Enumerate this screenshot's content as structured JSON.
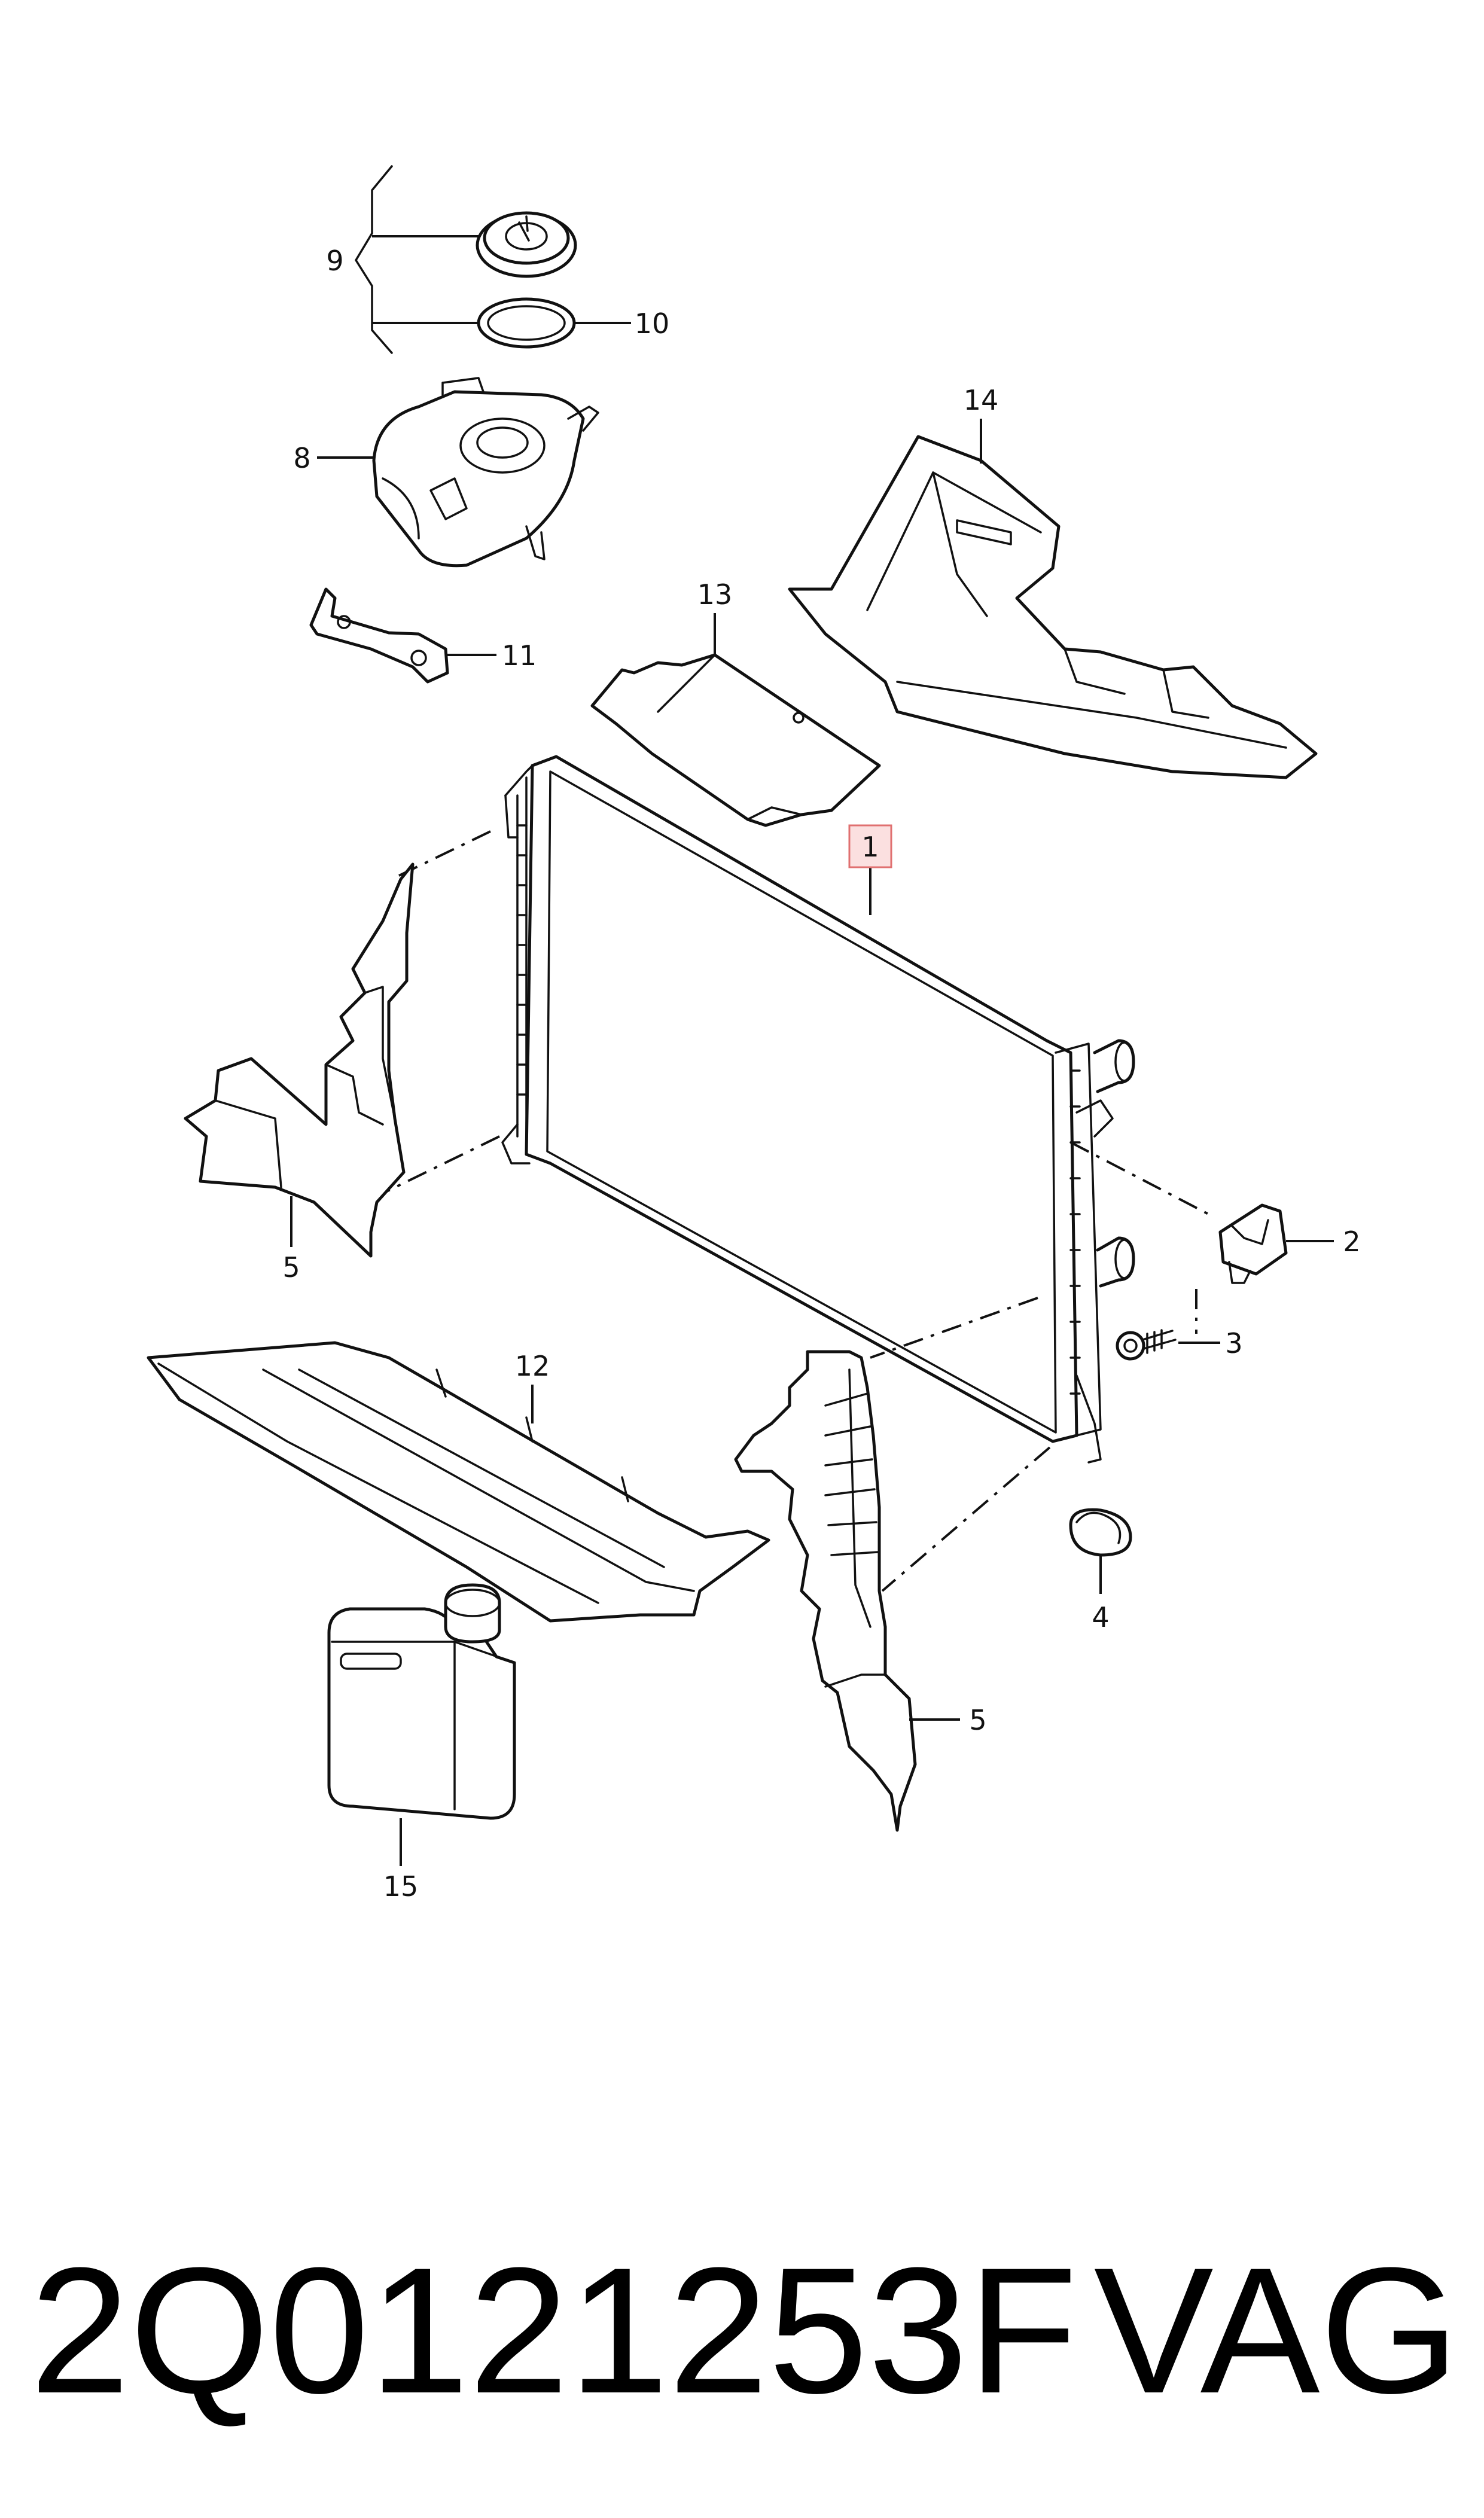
{
  "callouts": {
    "c1": "1",
    "c2": "2",
    "c3": "3",
    "c4": "4",
    "c5a": "5",
    "c5b": "5",
    "c8": "8",
    "c9": "9",
    "c10": "10",
    "c11": "11",
    "c12": "12",
    "c13": "13",
    "c14": "14",
    "c15": "15"
  },
  "highlighted_callout": "1",
  "footer": {
    "part_number": "2Q0121253F",
    "brand": "VAG"
  },
  "colors": {
    "line": "#111111",
    "highlight_fill": "#fbe0e0",
    "highlight_stroke": "#e07070"
  }
}
